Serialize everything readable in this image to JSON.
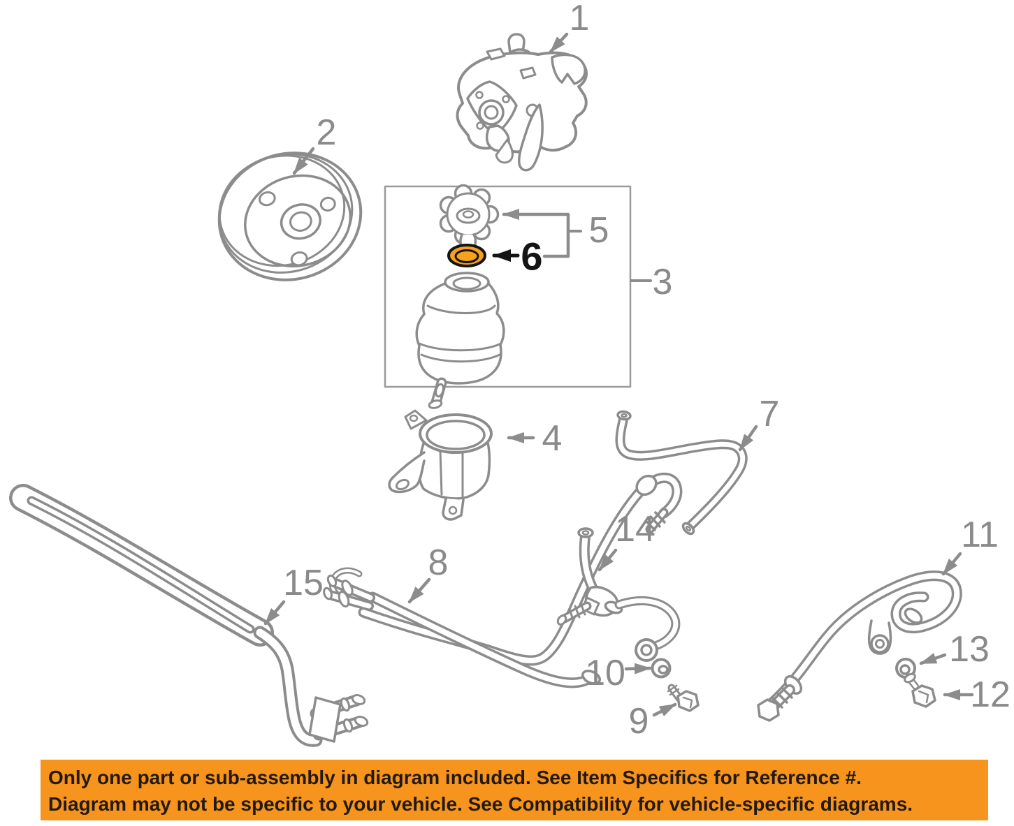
{
  "diagram": {
    "callouts": [
      {
        "part": "1"
      },
      {
        "part": "2"
      },
      {
        "part": "3"
      },
      {
        "part": "4"
      },
      {
        "part": "5"
      },
      {
        "part": "6"
      },
      {
        "part": "7"
      },
      {
        "part": "8"
      },
      {
        "part": "9"
      },
      {
        "part": "10"
      },
      {
        "part": "11"
      },
      {
        "part": "12"
      },
      {
        "part": "13"
      },
      {
        "part": "14"
      },
      {
        "part": "15"
      }
    ]
  },
  "banner": {
    "line1": "Only one part or sub-assembly in diagram included. See Item Specifics for Reference #.",
    "line2": "Diagram may not be specific to your vehicle. See Compatibility for vehicle-specific diagrams."
  },
  "colors": {
    "line_gray": "#8c8c8c",
    "label_gray": "#8a8a8a",
    "highlight_orange": "#F6A21D",
    "banner_orange": "#F7941E",
    "banner_text": "#221a10",
    "callout_black": "#141414"
  }
}
